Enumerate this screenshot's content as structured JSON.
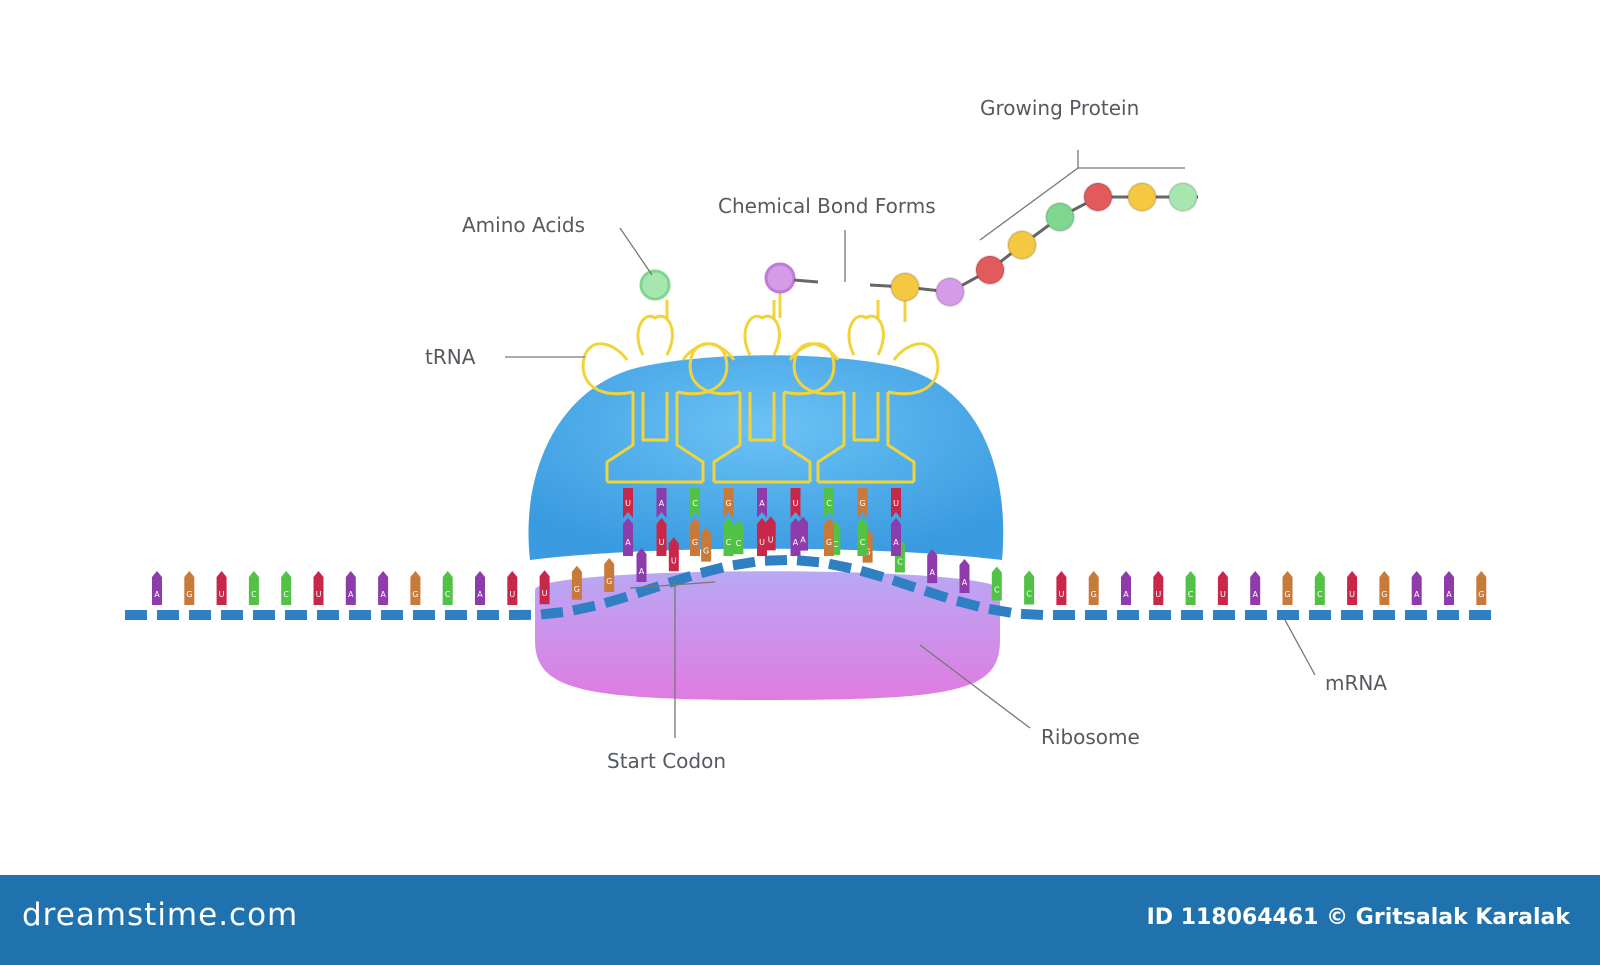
{
  "labels": {
    "growing_protein": "Growing Protein",
    "chemical_bond": "Chemical Bond Forms",
    "amino_acids": "Amino Acids",
    "trna": "tRNA",
    "mrna": "mRNA",
    "ribosome": "Ribosome",
    "start_codon": "Start Codon"
  },
  "footer": {
    "brand": "dreamstime.com",
    "credit": "ID 118064461 © Gritsalak Karalak"
  },
  "mrna_sequence": [
    "A",
    "G",
    "U",
    "C",
    "C",
    "U",
    "A",
    "A",
    "G",
    "C",
    "A",
    "U",
    "U",
    "G",
    "G",
    "A",
    "U",
    "G",
    "C",
    "U",
    "A",
    "C",
    "G",
    "C",
    "A",
    "A",
    "C",
    "C",
    "U",
    "G",
    "A",
    "U",
    "C",
    "U",
    "A",
    "G",
    "C",
    "U",
    "G",
    "A",
    "A",
    "G"
  ],
  "anticodons_top": [
    "U",
    "A",
    "C",
    "G",
    "A",
    "U",
    "C",
    "G",
    "U"
  ],
  "anticodons_bottom": [
    "A",
    "U",
    "G",
    "C",
    "U",
    "A",
    "G",
    "C",
    "A"
  ],
  "base_colors": {
    "A": "#8e3bab",
    "G": "#c77a3a",
    "U": "#c8274a",
    "C": "#52c246"
  },
  "protein_colors": [
    "#f5c842",
    "#d69be6",
    "#e25a5a",
    "#f5c842",
    "#7fd68e",
    "#e25a5a",
    "#f5c842",
    "#a8e6b0"
  ],
  "colors": {
    "ribosome_top": "#4aa9e8",
    "ribosome_bottom": "#d88ae6",
    "trna": "#f2d43a",
    "mrna_backbone": "#2f7fc3",
    "footer": "#1f72ad",
    "label": "#555a60"
  }
}
